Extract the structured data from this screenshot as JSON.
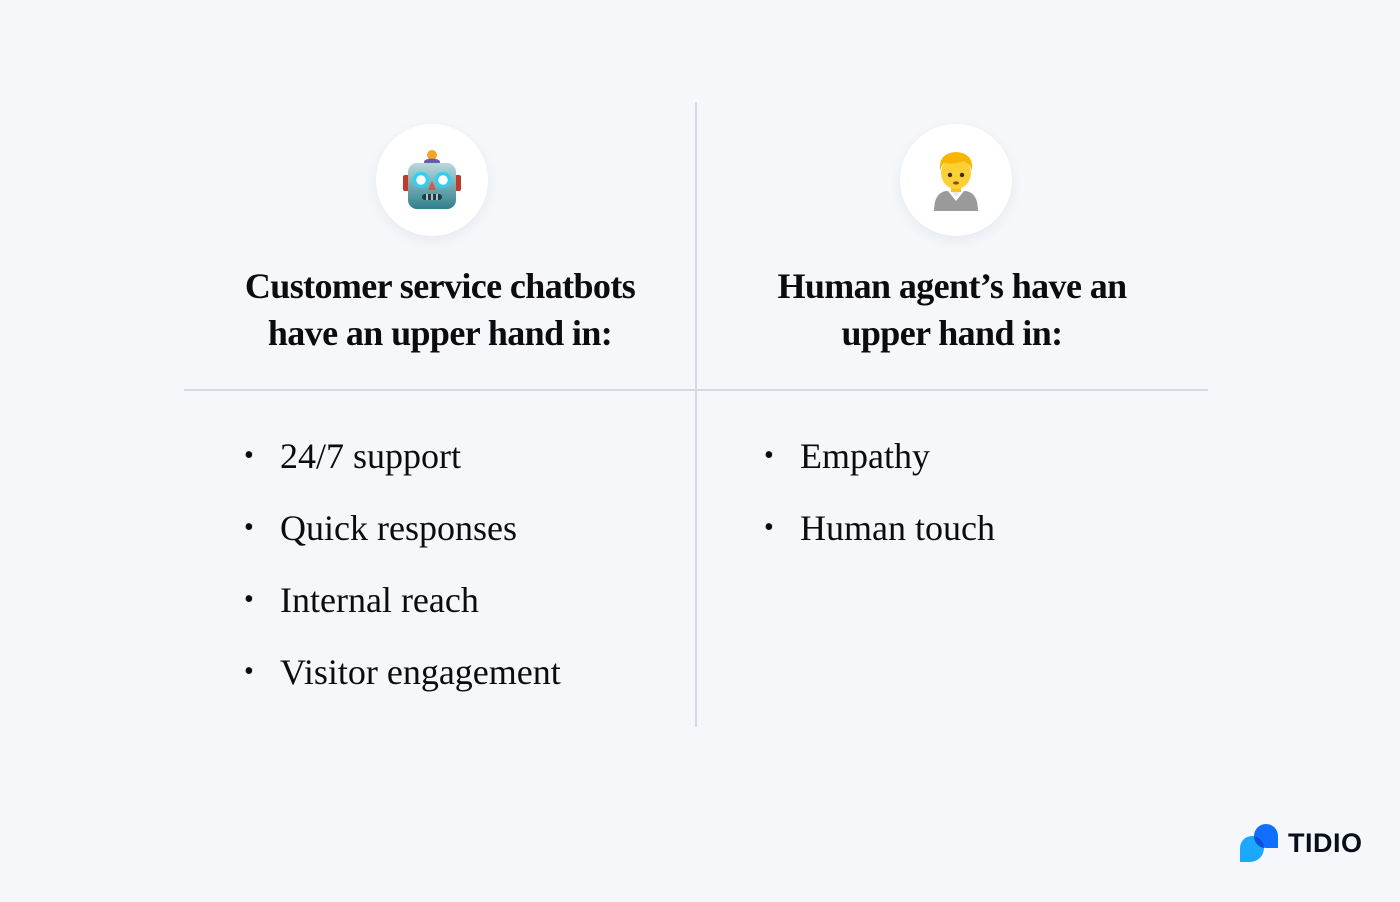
{
  "left_column": {
    "icon": "robot-emoji",
    "heading_line1": "Customer service chatbots",
    "heading_line2": "have an upper hand in:",
    "items": [
      "24/7 support",
      "Quick responses",
      "Internal reach",
      "Visitor engagement"
    ]
  },
  "right_column": {
    "icon": "office-worker-emoji",
    "heading_line1": "Human agent’s have an",
    "heading_line2": "upper hand in:",
    "items": [
      "Empathy",
      "Human touch"
    ]
  },
  "bullet_glyph": "•",
  "brand": {
    "name": "TIDIO",
    "colors": {
      "primary": "#0566ff",
      "secondary": "#1ca8ff",
      "text": "#080f1a"
    }
  },
  "colors": {
    "background": "#f5f7fa",
    "divider": "#d3dae5",
    "text": "#0b0b10"
  }
}
